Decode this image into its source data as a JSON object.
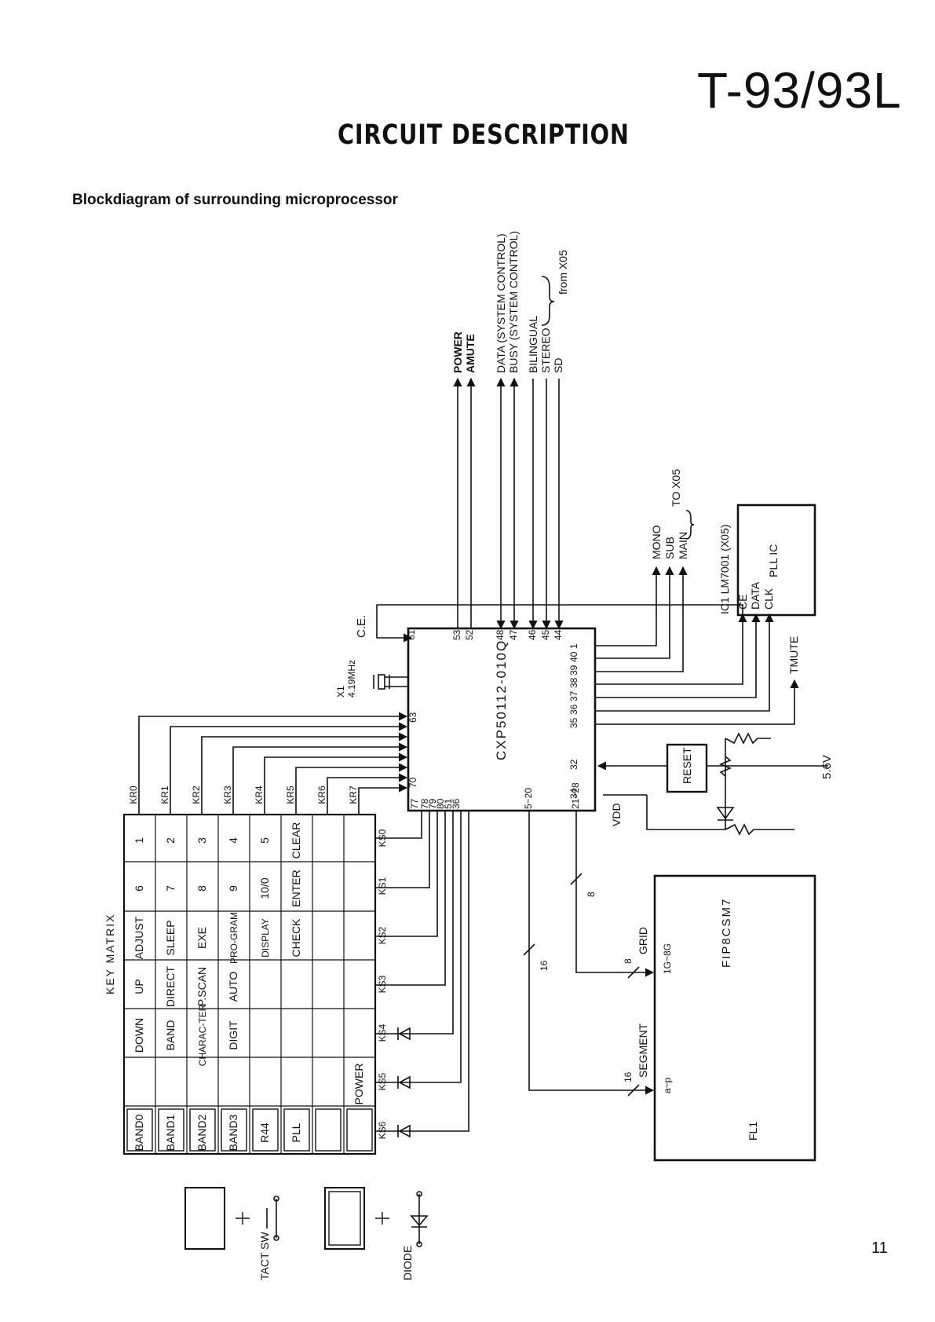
{
  "header": {
    "model": "T-93/93L",
    "title": "CIRCUIT DESCRIPTION",
    "subtitle": "Blockdiagram of surrounding microprocessor",
    "page_number": "11"
  },
  "diagram": {
    "mcu": {
      "label": "CXP50112-010Q"
    },
    "crystal": {
      "ref": "X1",
      "freq": "4.19MHz"
    },
    "ce": "C.E.",
    "top_signals": {
      "power": "POWER",
      "amute": "AMUTE",
      "data": "DATA (SYSTEM CONTROL)",
      "busy": "BUSY (SYSTEM CONTROL)",
      "bilingual": "BILINGUAL",
      "stereo": "STEREO",
      "sd": "SD",
      "from_x05": "from X05"
    },
    "top_pins": {
      "p53": "53",
      "p52": "52",
      "p48": "48",
      "p47": "47",
      "p46": "46",
      "p45": "45",
      "p44": "44",
      "p61": "61"
    },
    "right_pins": {
      "p1": "1",
      "p40": "40",
      "p39": "39",
      "p38": "38",
      "p37": "37",
      "p36": "36",
      "p35": "35",
      "p32": "32",
      "p34": "34"
    },
    "left_pins": {
      "p63": "63",
      "p70": "70"
    },
    "bottom_pins": {
      "p77": "77",
      "p78": "78",
      "p79": "79",
      "p80": "80",
      "p51": "51",
      "p36b": "36",
      "p5_20": "5~20",
      "p21_28": "21~28"
    },
    "mono": "MONO",
    "sub": "SUB",
    "main": "MAIN",
    "to_x05": "TO X05",
    "pll": {
      "ref": "IC1 LM7001 (X05)",
      "name": "PLL IC",
      "ce": "CE",
      "data": "DATA",
      "clk": "CLK"
    },
    "tmute": "TMUTE",
    "reset": "RESET",
    "voltage": "5.6V",
    "vdd": "VDD",
    "fip": {
      "name": "FIP8CSM7",
      "ref": "FL1",
      "grid_pins": "1G~8G",
      "seg_pins": "a~p"
    },
    "grid": "GRID",
    "segment": "SEGMENT",
    "bus_8a": "8",
    "bus_8b": "8",
    "bus_16a": "16",
    "bus_16b": "16",
    "key_matrix": {
      "title": "KEY MATRIX",
      "kr": [
        "KR0",
        "KR1",
        "KR2",
        "KR3",
        "KR4",
        "KR5",
        "KR6",
        "KR7"
      ],
      "ks": [
        "KS0",
        "KS1",
        "KS2",
        "KS3",
        "KS4",
        "KS5",
        "KS6"
      ],
      "cells": [
        [
          "1",
          "6",
          "ADJUST",
          "UP",
          "DOWN",
          "",
          "BAND0"
        ],
        [
          "2",
          "7",
          "SLEEP",
          "DIRECT",
          "BAND",
          "",
          "BAND1"
        ],
        [
          "3",
          "8",
          "EXE",
          "P.SCAN",
          "CHARAC-TER",
          "",
          "BAND2"
        ],
        [
          "4",
          "9",
          "PRO-GRAM",
          "AUTO",
          "DIGIT",
          "",
          "BAND3"
        ],
        [
          "5",
          "10/0",
          "DISPLAY",
          "",
          "",
          "",
          "R44"
        ],
        [
          "CLEAR",
          "ENTER",
          "CHECK",
          "",
          "",
          "",
          "PLL"
        ],
        [
          "",
          "",
          "",
          "",
          "",
          "",
          ""
        ],
        [
          "",
          "",
          "",
          "",
          "",
          "POWER",
          ""
        ]
      ]
    },
    "legend": {
      "tact": "TACT SW",
      "diode": "DIODE"
    }
  }
}
